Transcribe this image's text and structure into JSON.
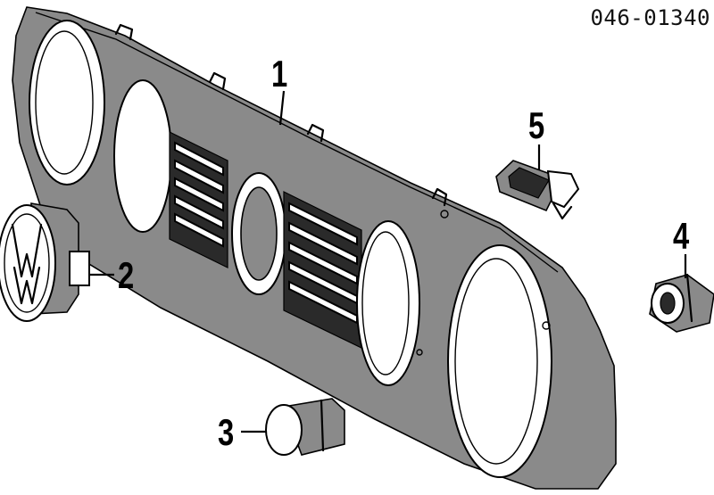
{
  "diagram_number": "046-01340",
  "callouts": {
    "c1": "1",
    "c2": "2",
    "c3": "3",
    "c4": "4",
    "c5": "5"
  }
}
